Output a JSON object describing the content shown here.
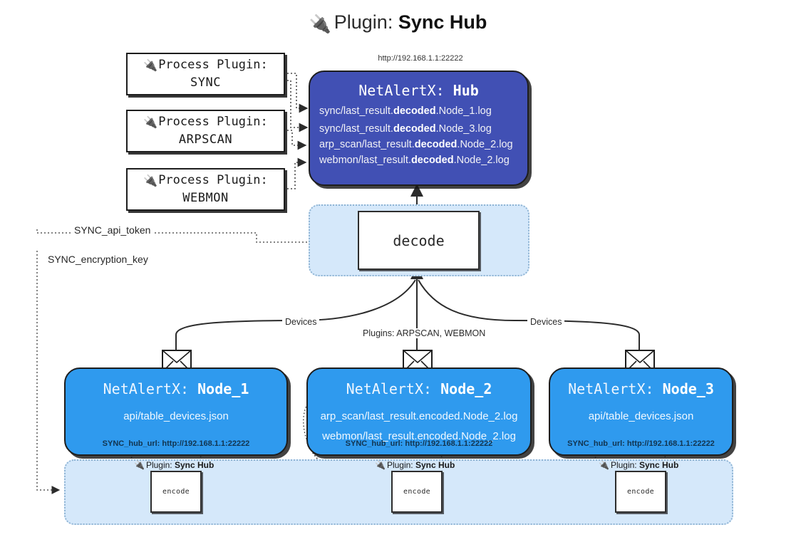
{
  "title": {
    "icon": "plug-icon",
    "prefix": "Plugin:",
    "name": "Sync Hub"
  },
  "hub": {
    "url": "http://192.168.1.1:22222",
    "title_prefix": "NetAlertX:",
    "title_name": "Hub",
    "lines": [
      {
        "pre": "sync/last_result.",
        "mid": "decoded",
        "post": ".Node_1.log"
      },
      {
        "pre": "sync/last_result.",
        "mid": "decoded",
        "post": ".Node_3.log"
      },
      {
        "pre": "arp_scan/last_result.",
        "mid": "decoded",
        "post": ".Node_2.log"
      },
      {
        "pre": "webmon/last_result.",
        "mid": "decoded",
        "post": ".Node_2.log"
      }
    ],
    "color": "#4150b4"
  },
  "process_plugins": [
    {
      "line1": "Process Plugin:",
      "line2": "SYNC",
      "icon": "plug-icon"
    },
    {
      "line1": "Process Plugin:",
      "line2": "ARPSCAN",
      "icon": "plug-icon"
    },
    {
      "line1": "Process Plugin:",
      "line2": "WEBMON",
      "icon": "plug-icon"
    }
  ],
  "decode": {
    "label": "decode"
  },
  "secrets": [
    {
      "label": "SYNC_api_token"
    },
    {
      "label": "SYNC_encryption_key"
    }
  ],
  "edge_labels": {
    "devices_left": "Devices",
    "devices_right": "Devices",
    "plugins_mid": "Plugins: ARPSCAN, WEBMON"
  },
  "nodes": [
    {
      "title_prefix": "NetAlertX:",
      "title_name": "Node_1",
      "icon": "envelope-icon",
      "lines": [
        "api/table_devices.json"
      ],
      "footer": "SYNC_hub_url: http://192.168.1.1:22222"
    },
    {
      "title_prefix": "NetAlertX:",
      "title_name": "Node_2",
      "icon": "envelope-icon",
      "lines": [
        "arp_scan/last_result.encoded.Node_2.log",
        "webmon/last_result.encoded.Node_2.log"
      ],
      "footer": "SYNC_hub_url: http://192.168.1.1:22222"
    },
    {
      "title_prefix": "NetAlertX:",
      "title_name": "Node_3",
      "icon": "envelope-icon",
      "lines": [
        "api/table_devices.json"
      ],
      "footer": "SYNC_hub_url: http://192.168.1.1:22222"
    }
  ],
  "encoders": [
    {
      "plugin_prefix": "Plugin:",
      "plugin_name": "Sync Hub",
      "label": "encode",
      "icon": "plug-icon"
    },
    {
      "plugin_prefix": "Plugin:",
      "plugin_name": "Sync Hub",
      "label": "encode",
      "icon": "plug-icon"
    },
    {
      "plugin_prefix": "Plugin:",
      "plugin_name": "Sync Hub",
      "label": "encode",
      "icon": "plug-icon"
    }
  ],
  "colors": {
    "hub": "#4150b4",
    "node": "#2f9aee",
    "container": "#d5e8fa",
    "stroke": "#1d1d1d"
  }
}
